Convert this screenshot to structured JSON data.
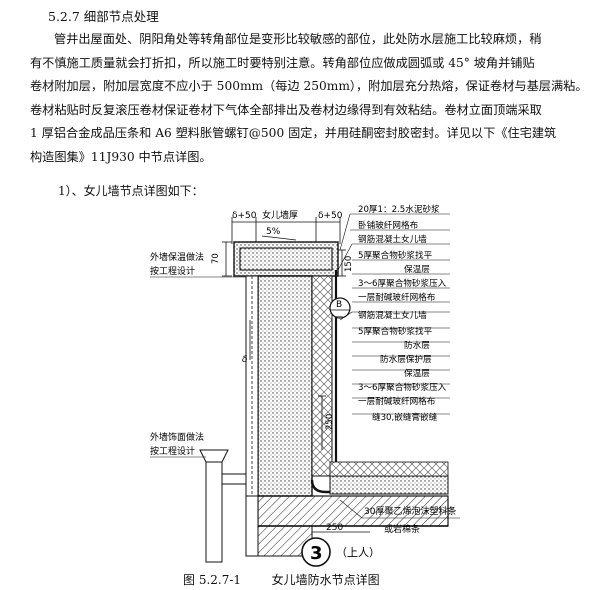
{
  "section": {
    "title": "5.2.7 细部节点处理"
  },
  "paragraph": {
    "lines": [
      "管井出屋面处、阴阳角处等转角部位是变形比较敏感的部位，此处防水层施工比较麻烦，稍",
      "有不慎施工质量就会打折扣，所以施工时要特别注意。转角部位应做成圆弧或 45° 坡角并铺贴",
      "卷材附加层，附加层宽度不应小于 500mm（每边 250mm），附加层充分热熔，保证卷材与基层满粘。",
      "卷材粘贴时反复滚压卷材保证卷材下气体全部排出及卷材边缘得到有效粘结。卷材立面顶端采取",
      "1 厚铝合金成品压条和 A6 塑料胀管螺钉@500 固定，并用硅酮密封胶密封。详见以下《住宅建筑",
      "构造图集》11J930 中节点详图。"
    ]
  },
  "subsection": {
    "title": "1）、女儿墙节点详图如下："
  },
  "drawing": {
    "top_dims": {
      "left": "δ+50",
      "mid": "女儿墙厚",
      "right": "δ+50",
      "slope": "5%"
    },
    "left_dims": {
      "top": "70",
      "side": "δ",
      "right_150": "150"
    },
    "left_notes": [
      "外墙保温做法",
      "按工程设计",
      "外墙饰面做法",
      "按工程设计"
    ],
    "right_labels": [
      "20厚1：2.5水泥砂浆",
      "卧铺玻纤网格布",
      "钢筋混凝土女儿墙",
      "5厚聚合物砂浆找平",
      "保温层",
      "3～6厚聚合物砂浆压入",
      "一层耐碱玻纤网格布",
      "钢筋混凝土女儿墙",
      "5厚聚合物砂浆找平",
      "防水层",
      "防水层保护层",
      "保温层",
      "3～6厚聚合物砂浆压入",
      "一层耐碱玻纤网格布",
      "缝30,嵌缝膏嵌缝"
    ],
    "callout_b": "B",
    "callout_b_sub": "—",
    "dim_250_vertical": "250",
    "dim_250_horizontal": "250",
    "bottom_notes": [
      "30厚聚乙烯泡沫塑料条",
      "或岩棉条"
    ],
    "detail_number": "3",
    "detail_note": "（上人）"
  },
  "caption": {
    "figure_no": "图 5.2.7-1",
    "title": "女儿墙防水节点详图"
  }
}
